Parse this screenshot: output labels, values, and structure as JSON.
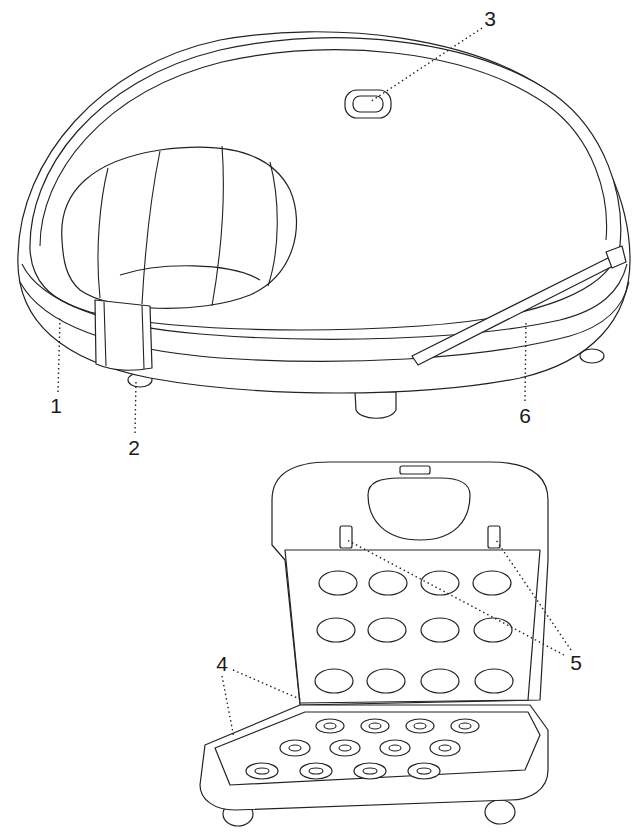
{
  "diagram": {
    "labels": [
      "3",
      "1",
      "2",
      "6",
      "4",
      "5"
    ]
  }
}
